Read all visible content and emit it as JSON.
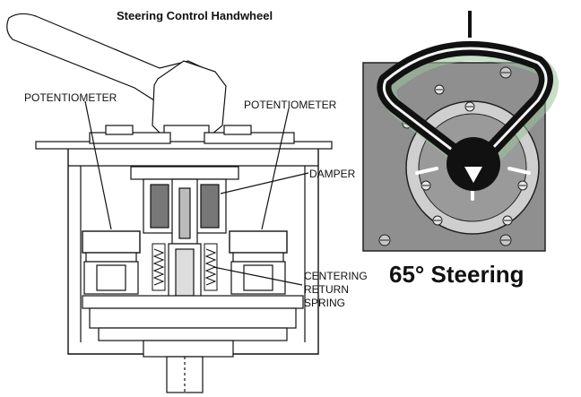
{
  "labels": {
    "handwheel": "Steering Control Handwheel",
    "potentiometer_left": "POTENTIOMETER",
    "potentiometer_right": "POTENTIOMETER",
    "damper": "DAMPER",
    "centering_line1": "CENTERING",
    "centering_line2": "RETURN",
    "centering_line3": "SPRING",
    "steering_angle": "65° Steering"
  },
  "colors": {
    "line": "#111111",
    "panel": "#8f8f8f",
    "dial": "#cfcfcf",
    "handle": "#111111"
  }
}
